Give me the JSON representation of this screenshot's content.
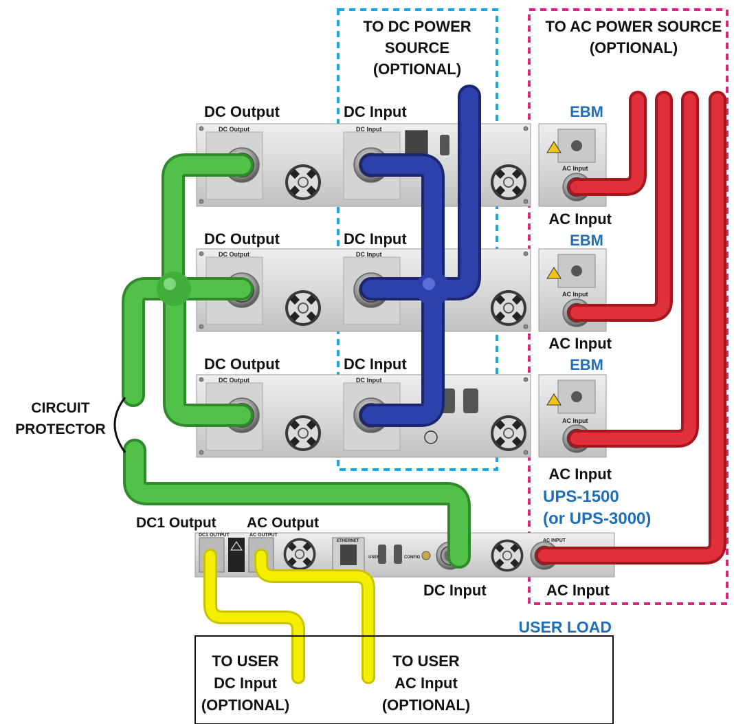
{
  "labels": {
    "dc_source": [
      "TO DC POWER",
      "SOURCE",
      "(OPTIONAL)"
    ],
    "ac_source": [
      "TO AC POWER SOURCE",
      "(OPTIONAL)"
    ],
    "dc_output": "DC Output",
    "dc_input": "DC Input",
    "ebm": "EBM",
    "ac_input": "AC Input",
    "circuit_protector": [
      "CIRCUIT",
      "PROTECTOR"
    ],
    "ups_model": [
      "UPS-1500",
      "(or UPS-3000)"
    ],
    "dc1_output": "DC1 Output",
    "ac_output": "AC Output",
    "user_load": "USER LOAD",
    "to_user_dc": [
      "TO USER",
      "DC Input",
      "(OPTIONAL)"
    ],
    "to_user_ac": [
      "TO USER",
      "AC Input",
      "(OPTIONAL)"
    ]
  },
  "panel_text": {
    "dc_output": "DC Output",
    "dc_input": "DC Input",
    "ac_input": "AC Input",
    "dc1_output": "DC1 OUTPUT",
    "ac_output_small": "AC OUTPUT",
    "ethernet": "ETHERNET",
    "config": "CONFIG",
    "user_io": "USER I/O",
    "ac_input_small": "AC INPUT"
  },
  "colors": {
    "dc_output_cable": "#3fae3a",
    "dc_input_cable": "#22338f",
    "ac_input_cable": "#d9202c",
    "user_cable": "#f4ee00",
    "dc_source_border": "#19a8e0",
    "ac_source_border": "#e0247f",
    "accent_text": "#1c6fb8"
  }
}
